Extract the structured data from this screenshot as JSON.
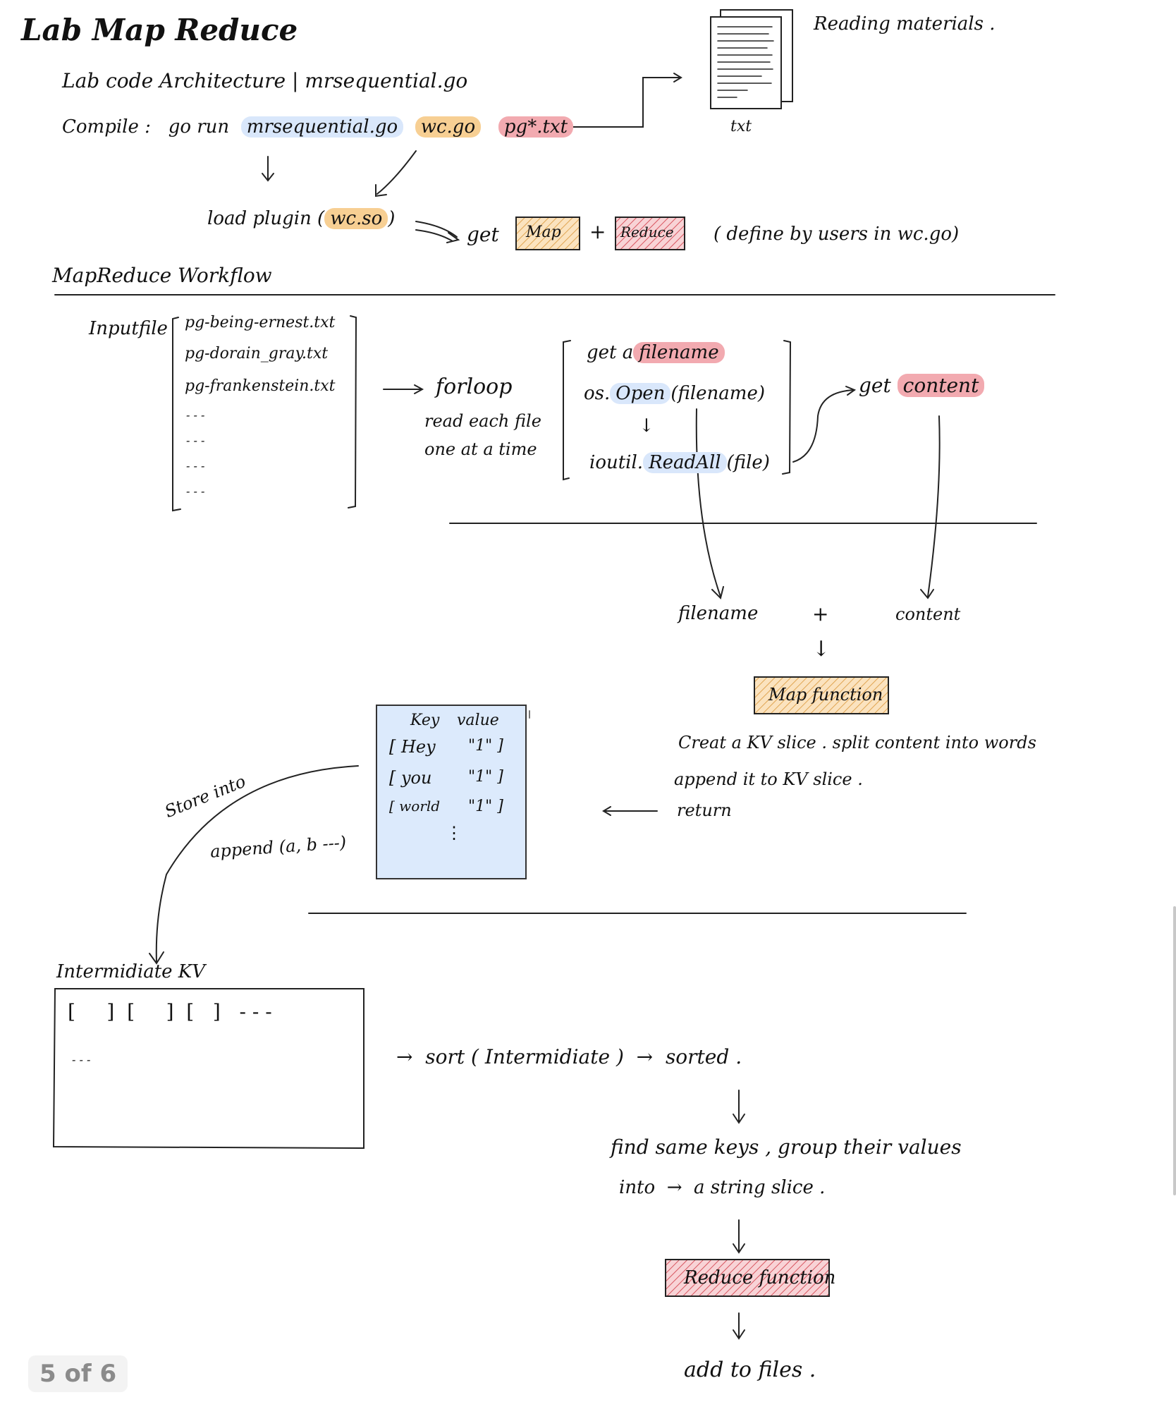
{
  "title": "Lab Map Reduce",
  "arch": {
    "label": "Lab code Architecture |",
    "file": "mrsequential.go"
  },
  "compile": {
    "label": "Compile :",
    "cmd": "go run",
    "seq": "mrsequential.go",
    "wc": "wc.go",
    "pg": "pg*.txt"
  },
  "reading": {
    "label": "Reading materials .",
    "txt": "txt"
  },
  "plugin": {
    "fn": "load plugin (",
    "arg": "wc.so",
    "close": ")",
    "get": "get",
    "map": "Map",
    "plus": "+",
    "reduce": "Reduce",
    "note": "( define by users in wc.go)"
  },
  "workflow": "MapReduce Workflow",
  "input": {
    "label": "Inputfile",
    "files": [
      "pg-being-ernest.txt",
      "pg-dorain_gray.txt",
      "pg-frankenstein.txt"
    ],
    "more": [
      "- - -",
      "- - -",
      "- - -",
      "- - -"
    ]
  },
  "forloop": {
    "title": "forloop",
    "l1": "read each file",
    "l2": "one at a time"
  },
  "steps": {
    "get": "get a",
    "filename": "filename",
    "os": "os.",
    "open": "Open",
    "open_arg": "(filename)",
    "io": "ioutil.",
    "readall": "ReadAll",
    "readall_arg": "(file)",
    "down": "↓"
  },
  "getcontent": {
    "get": "get",
    "content": "content"
  },
  "fc": {
    "filename": "filename",
    "plus": "+",
    "content": "content",
    "down": "↓"
  },
  "mapfn": "Map function",
  "mapdesc": {
    "l1": "Creat a KV slice . split content into words",
    "l2": "append it to KV slice .",
    "l3": "return"
  },
  "kv": {
    "head_key": "Key",
    "head_val": "value",
    "rows": [
      {
        "k": "[ Hey",
        "v": "\"1\" ]"
      },
      {
        "k": "[ you",
        "v": "\"1\" ]"
      },
      {
        "k": "[ world",
        "v": "\"1\" ]"
      }
    ],
    "dots": "⋮"
  },
  "store": {
    "l1": "Store into",
    "l2": "append (a, b ---)"
  },
  "inter": {
    "label": "Intermidiate KV",
    "row1": "[     ]  [     ]  [   ]   - - -",
    "row2": "- - -"
  },
  "sort": {
    "text": "→  sort ( Intermidiate )  →  sorted .",
    "down": "↓"
  },
  "group": {
    "l1": "find same keys , group their values",
    "l2": "into  →  a string slice .",
    "down": "↓"
  },
  "reducefn": "Reduce function",
  "final": {
    "down": "↓",
    "text": "add to files ."
  },
  "page_indicator": "5 of 6",
  "colors": {
    "blue": "#d9e7fb",
    "orange": "#f7cf93",
    "red": "#f2aab0",
    "kvbox": "#dceafc"
  }
}
